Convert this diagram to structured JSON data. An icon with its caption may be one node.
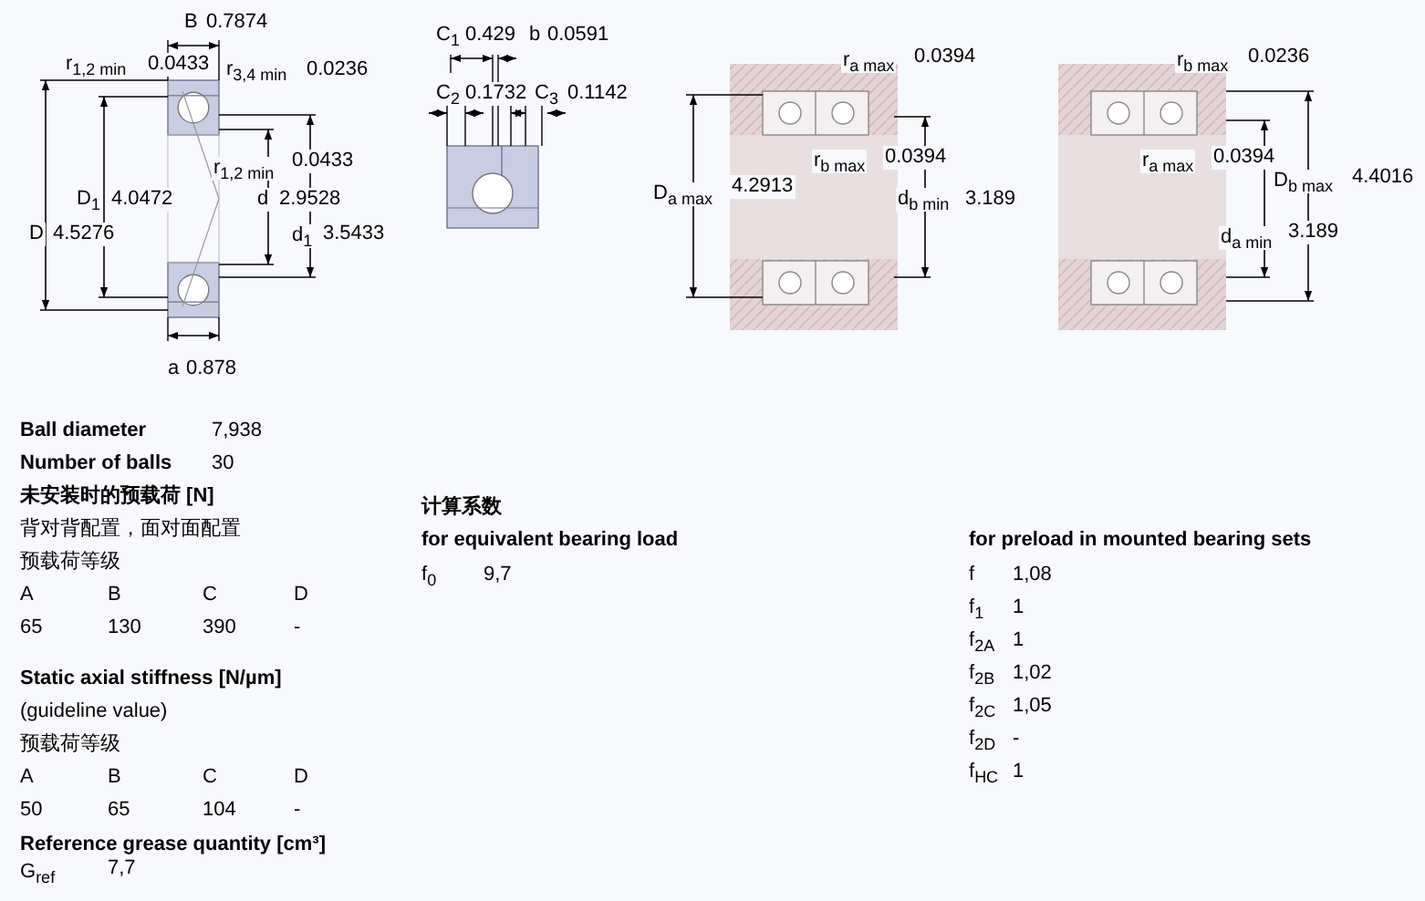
{
  "diagram": {
    "labels": [
      "B",
      "0.7874",
      "r$_{1,2 min}$",
      "0.0433",
      "r$_{3,4 min}$",
      "0.0236",
      "r$_{1,2 min}$",
      "0.0433",
      "D$_{1}$",
      "4.0472",
      "d",
      "2.9528",
      "D",
      "4.5276",
      "d$_{1}$",
      "3.5433",
      "a",
      "0.878",
      "C$_{1}$",
      "0.429",
      "b",
      "0.0591",
      "C$_{2}$",
      "0.1732",
      "C$_{3}$",
      "0.1142",
      "r$_{a max}$",
      "0.0394",
      "r$_{b max}$",
      "0.0394",
      "D$_{a max}$",
      "4.2913",
      "d$_{b min}$",
      "3.189",
      "r$_{b max}$",
      "0.0236",
      "r$_{a max}$",
      "0.0394",
      "D$_{b max}$",
      "4.4016",
      "d$_{a min}$",
      "3.189",
      "Ball diameter",
      "7,938",
      "Number of balls",
      "30",
      "未安装时的预载荷 [N]",
      "背对背配置，面对面配置",
      "预载荷等级",
      "A",
      "B",
      "C",
      "D",
      "65",
      "130",
      "390",
      "-",
      "Static axial stiffness [N/µm]",
      "(guideline value)",
      "预载荷等级",
      "A",
      "B",
      "C",
      "D",
      "50",
      "65",
      "104",
      "-",
      "Reference grease quantity [cm³]",
      "G$_{ref}$",
      "7,7",
      "计算系数",
      "for equivalent bearing load",
      "f$_{0}$",
      "9,7",
      "for preload in mounted bearing sets",
      "f",
      "1,08",
      "f$_{1}$",
      "1",
      "f$_{2A}$",
      "1",
      "f$_{2B}$",
      "1,02",
      "f$_{2C}$",
      "1,05",
      "f$_{2D}$",
      "-",
      "f$_{HC}$",
      "1"
    ]
  }
}
